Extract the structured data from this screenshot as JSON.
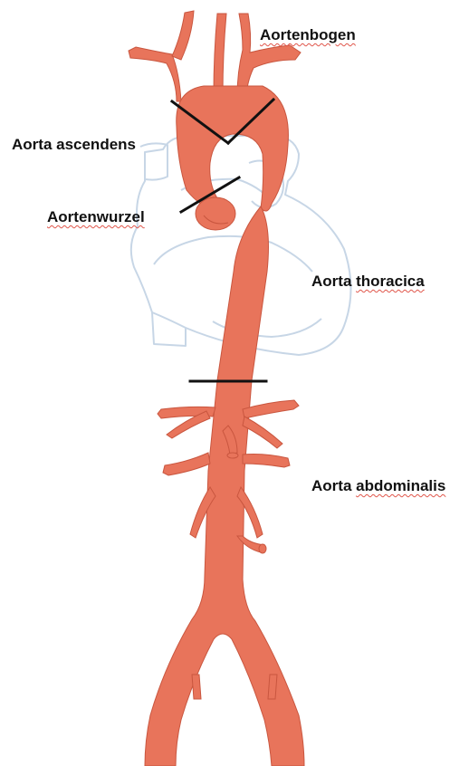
{
  "labels": {
    "arch": {
      "first": "",
      "second": "Aortenbogen"
    },
    "ascending": {
      "first": "Aorta ascendens",
      "second": ""
    },
    "root": {
      "first": "",
      "second": "Aortenwurzel"
    },
    "thoracic": {
      "first": "Aorta ",
      "second": "thoracica"
    },
    "abdominal": {
      "first": "Aorta ",
      "second": "abdominalis"
    }
  },
  "colors": {
    "aorta": "#e8745b",
    "aorta_shadow": "#c9563f",
    "heart_outline": "#c7d6e6",
    "marker_lines": "#111111",
    "spellcheck_underline": "#e0554a"
  }
}
